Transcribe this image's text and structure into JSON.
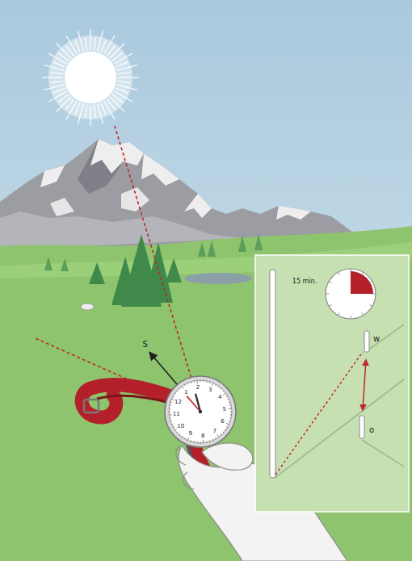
{
  "diagram": {
    "labels": [
      "S",
      "15 min.",
      "w",
      "o",
      "12",
      "1",
      "2",
      "3",
      "4",
      "5",
      "6",
      "7",
      "8",
      "9",
      "10",
      "11"
    ]
  }
}
